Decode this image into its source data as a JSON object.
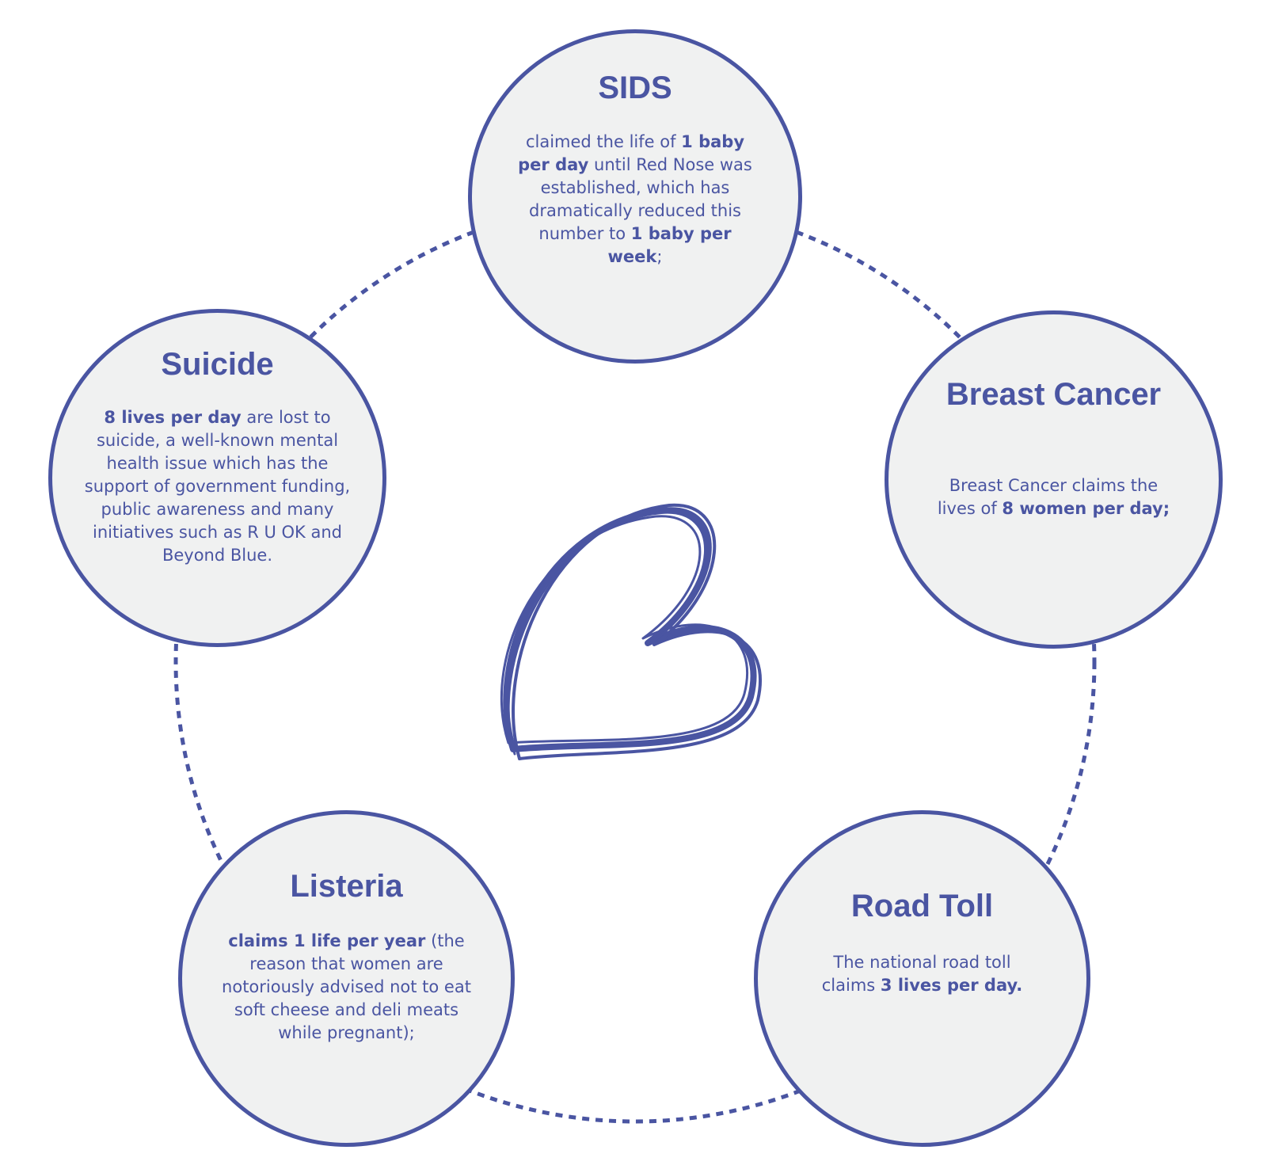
{
  "colors": {
    "accent": "#4A55A2",
    "node_fill": "#F0F1F1",
    "background": "#FFFFFF"
  },
  "center_icon": "heart-icon",
  "nodes": {
    "sids": {
      "title": "SIDS",
      "desc": [
        {
          "text": "claimed the life of ",
          "bold": false
        },
        {
          "text": "1 baby per day",
          "bold": true
        },
        {
          "text": " until Red Nose was established, which has dramatically reduced this number to ",
          "bold": false
        },
        {
          "text": "1 baby per week",
          "bold": true
        },
        {
          "text": ";",
          "bold": false
        }
      ]
    },
    "suicide": {
      "title": "Suicide",
      "desc": [
        {
          "text": "8 lives per day",
          "bold": true
        },
        {
          "text": " are lost to suicide, a well-known mental health issue which has the support of government funding, public awareness and many initiatives such as R U OK and Beyond Blue.",
          "bold": false
        }
      ]
    },
    "breast": {
      "title": "Breast Cancer",
      "desc": [
        {
          "text": "Breast Cancer claims the lives of ",
          "bold": false
        },
        {
          "text": "8 women per day;",
          "bold": true
        }
      ]
    },
    "listeria": {
      "title": "Listeria",
      "desc": [
        {
          "text": "claims 1 life per year",
          "bold": true
        },
        {
          "text": " (the reason that women are notoriously advised not to eat soft cheese and deli meats while pregnant);",
          "bold": false
        }
      ]
    },
    "road": {
      "title": "Road Toll",
      "desc": [
        {
          "text": "The national road toll claims ",
          "bold": false
        },
        {
          "text": "3 lives per day.",
          "bold": true
        }
      ]
    }
  }
}
